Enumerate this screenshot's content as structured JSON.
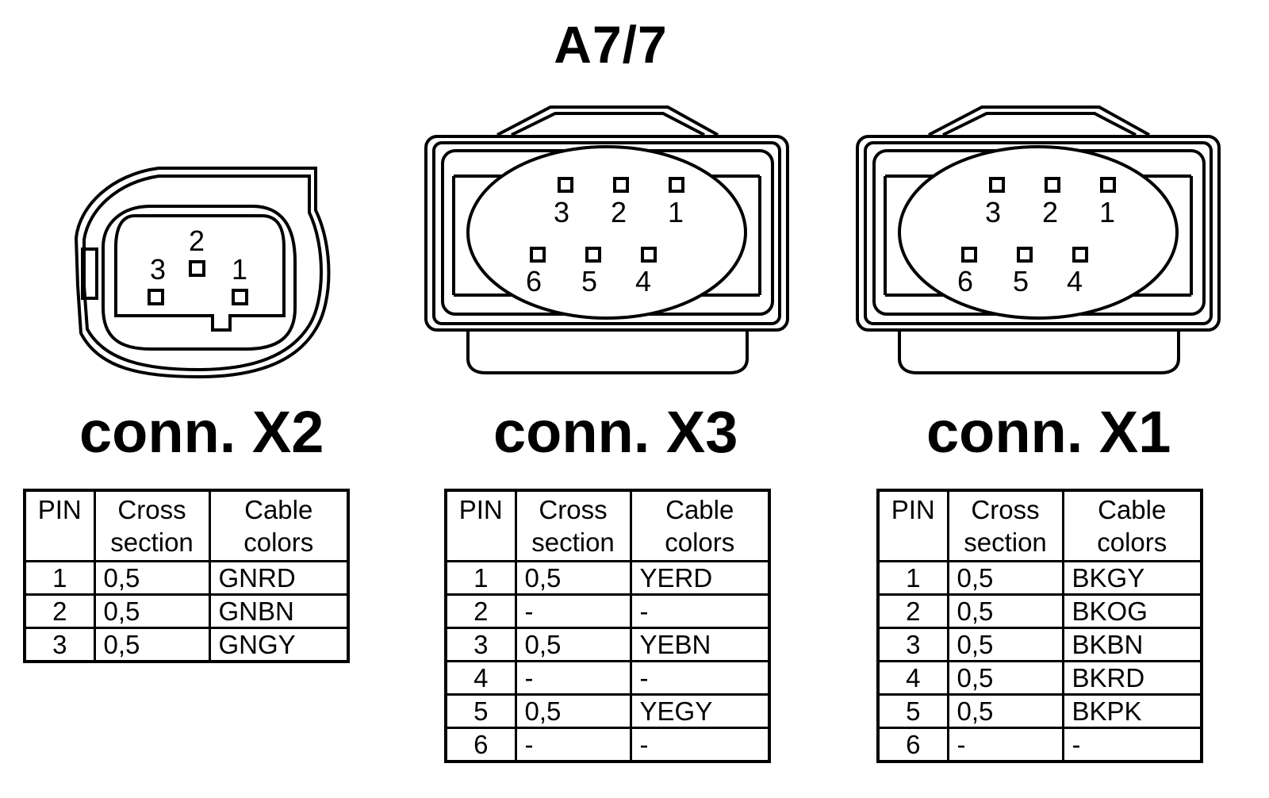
{
  "title": "A7/7",
  "table_headers": {
    "pin": "PIN",
    "cross_1": "Cross",
    "cross_2": "section",
    "color_1": "Cable",
    "color_2": "colors"
  },
  "connectors": {
    "x2": {
      "label": "conn. X2",
      "pin_labels": [
        "2",
        "3",
        "1"
      ],
      "rows": [
        {
          "pin": "1",
          "cross": "0,5",
          "color": "GNRD"
        },
        {
          "pin": "2",
          "cross": "0,5",
          "color": "GNBN"
        },
        {
          "pin": "3",
          "cross": "0,5",
          "color": "GNGY"
        }
      ]
    },
    "x3": {
      "label": "conn. X3",
      "pin_labels": [
        "3",
        "2",
        "1",
        "6",
        "5",
        "4"
      ],
      "rows": [
        {
          "pin": "1",
          "cross": "0,5",
          "color": "YERD"
        },
        {
          "pin": "2",
          "cross": "-",
          "color": "-"
        },
        {
          "pin": "3",
          "cross": "0,5",
          "color": "YEBN"
        },
        {
          "pin": "4",
          "cross": "-",
          "color": "-"
        },
        {
          "pin": "5",
          "cross": "0,5",
          "color": "YEGY"
        },
        {
          "pin": "6",
          "cross": "-",
          "color": "-"
        }
      ]
    },
    "x1": {
      "label": "conn. X1",
      "pin_labels": [
        "3",
        "2",
        "1",
        "6",
        "5",
        "4"
      ],
      "rows": [
        {
          "pin": "1",
          "cross": "0,5",
          "color": "BKGY"
        },
        {
          "pin": "2",
          "cross": "0,5",
          "color": "BKOG"
        },
        {
          "pin": "3",
          "cross": "0,5",
          "color": "BKBN"
        },
        {
          "pin": "4",
          "cross": "0,5",
          "color": "BKRD"
        },
        {
          "pin": "5",
          "cross": "0,5",
          "color": "BKPK"
        },
        {
          "pin": "6",
          "cross": "-",
          "color": "-"
        }
      ]
    }
  }
}
